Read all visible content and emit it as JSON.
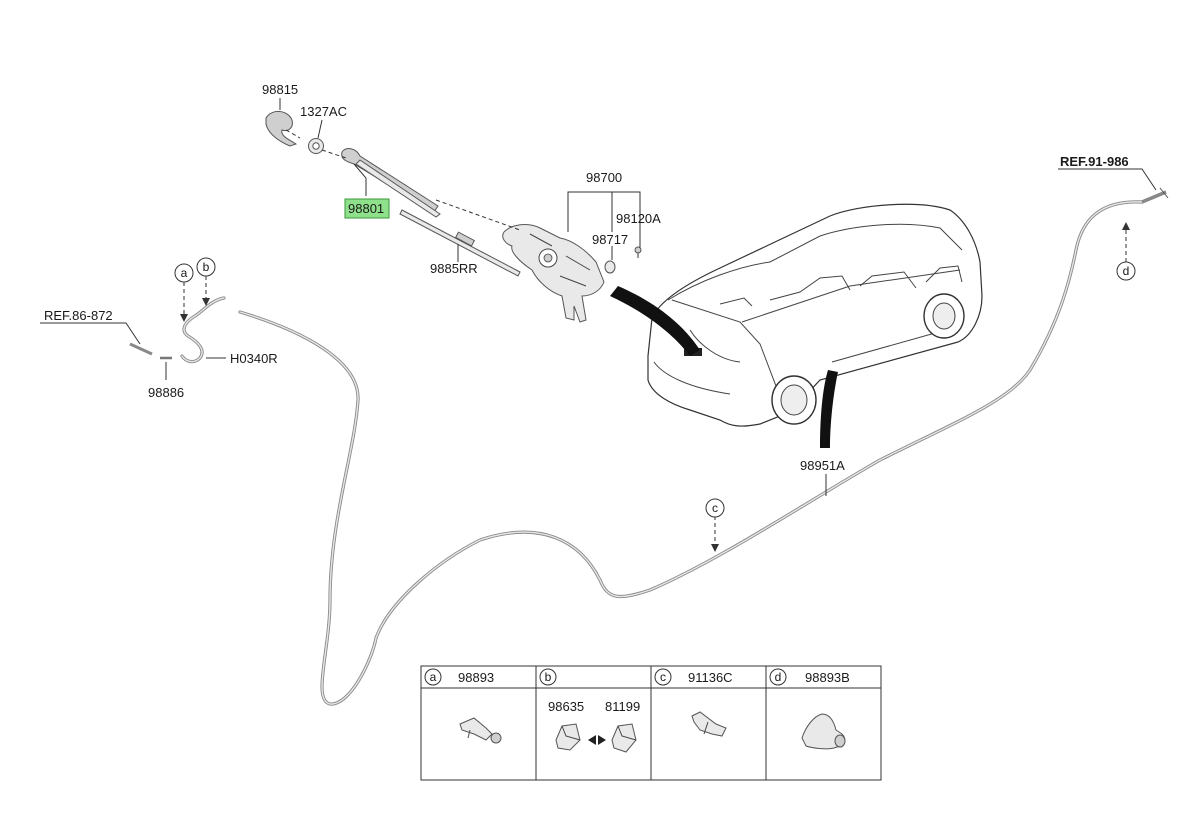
{
  "labels": {
    "p98815": "98815",
    "p1327AC": "1327AC",
    "p98801": "98801",
    "p9885RR": "9885RR",
    "p98700": "98700",
    "p98120A": "98120A",
    "p98717": "98717",
    "ref86": "REF.86-872",
    "h0340R": "H0340R",
    "p98886": "98886",
    "ref91": "REF.91-986",
    "p98951A": "98951A"
  },
  "callouts": {
    "a": "a",
    "b": "b",
    "c": "c",
    "d": "d"
  },
  "highlight_color": "#8fe08a",
  "legend_table": {
    "cells": [
      {
        "key": "a",
        "part": "98893"
      },
      {
        "key": "b",
        "parts": [
          "98635",
          "81199"
        ]
      },
      {
        "key": "c",
        "part": "91136C"
      },
      {
        "key": "d",
        "part": "98893B"
      }
    ]
  }
}
